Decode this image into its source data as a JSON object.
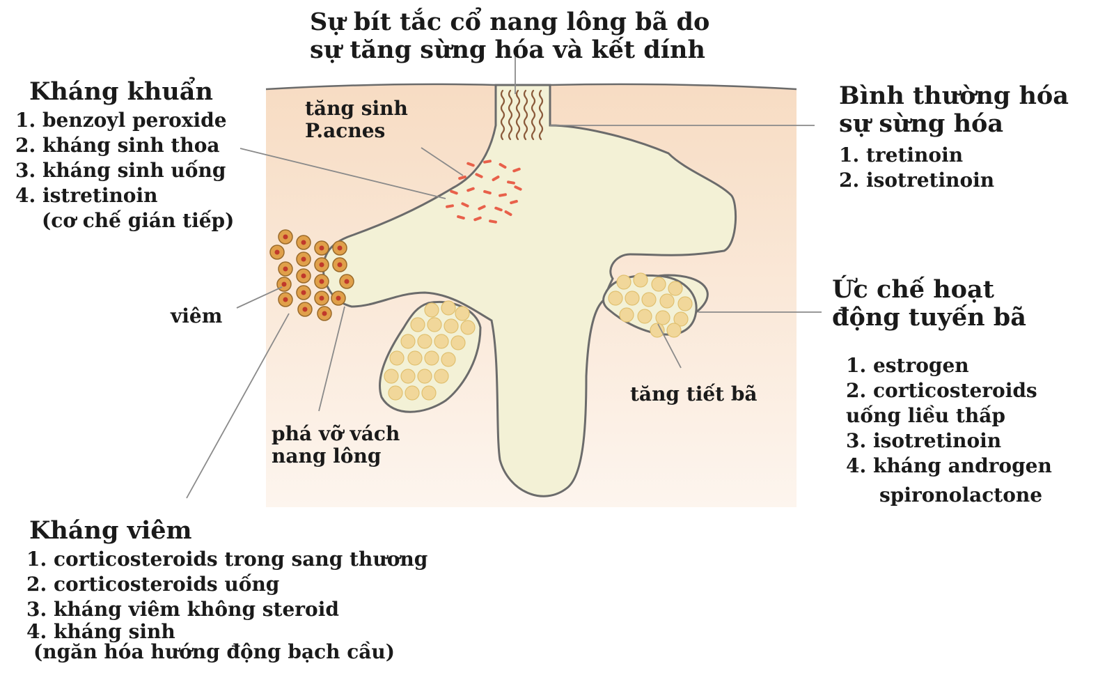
{
  "top": {
    "line1": "Sự bít tắc cổ nang lông bã do",
    "line2": "sự tăng sừng hóa và kết dính"
  },
  "antibacterial": {
    "heading": "Kháng khuẩn",
    "items": [
      "1. benzoyl peroxide",
      "2. kháng sinh thoa",
      "3. kháng sinh uống",
      "4. istretinoin",
      "(cơ chế gián tiếp)"
    ]
  },
  "keratin": {
    "heading_line1": "Bình thường hóa",
    "heading_line2": "sự sừng hóa",
    "items": [
      "1. tretinoin",
      "2. isotretinoin"
    ]
  },
  "sebum_inhibit": {
    "heading_line1": "Ức chế hoạt",
    "heading_line2": "động tuyến bã",
    "items": [
      "1. estrogen",
      "2. corticosteroids",
      "uống liều thấp",
      "3. isotretinoin",
      "4. kháng androgen",
      "spironolactone"
    ]
  },
  "antiinflammatory": {
    "heading": "Kháng viêm",
    "items": [
      "1. corticosteroids trong sang thương",
      "2. corticosteroids uống",
      "3. kháng viêm không steroid",
      "4. kháng sinh",
      "(ngăn hóa hướng động bạch cầu)"
    ]
  },
  "labels": {
    "pacnes_line1": "tăng sinh",
    "pacnes_line2": "P.acnes",
    "inflammation": "viêm",
    "rupture_line1": "phá vỡ vách",
    "rupture_line2": "nang lông",
    "sebum_increase": "tăng tiết bã"
  },
  "colors": {
    "skin_top": "#f7dcc3",
    "skin_bottom": "#fdf5ee",
    "follicle": "#f3f1d6",
    "outline": "#6b6b6b",
    "bacteria": "#e8604a",
    "inflam_cell": "#e0a04a",
    "sebum_cell": "#f1d79a"
  }
}
